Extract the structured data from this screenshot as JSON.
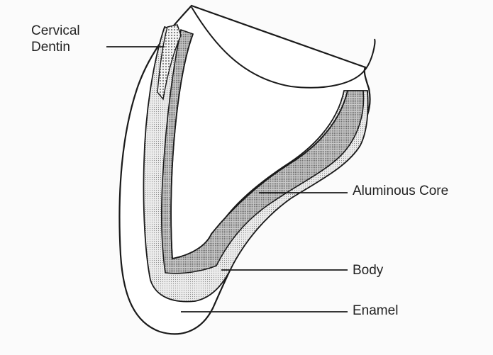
{
  "labels": {
    "cervical_line1": "Cervical",
    "cervical_line2": "Dentin",
    "aluminous_core": "Aluminous Core",
    "body": "Body",
    "enamel": "Enamel"
  },
  "colors": {
    "line": "#1a1a1a",
    "enamel_fill": "#ffffff",
    "body_fill": "#e8e8e8",
    "core_fill": "#bdbdbd",
    "cervical_fill": "#d6d6d6",
    "background": "#fbfbfb"
  }
}
